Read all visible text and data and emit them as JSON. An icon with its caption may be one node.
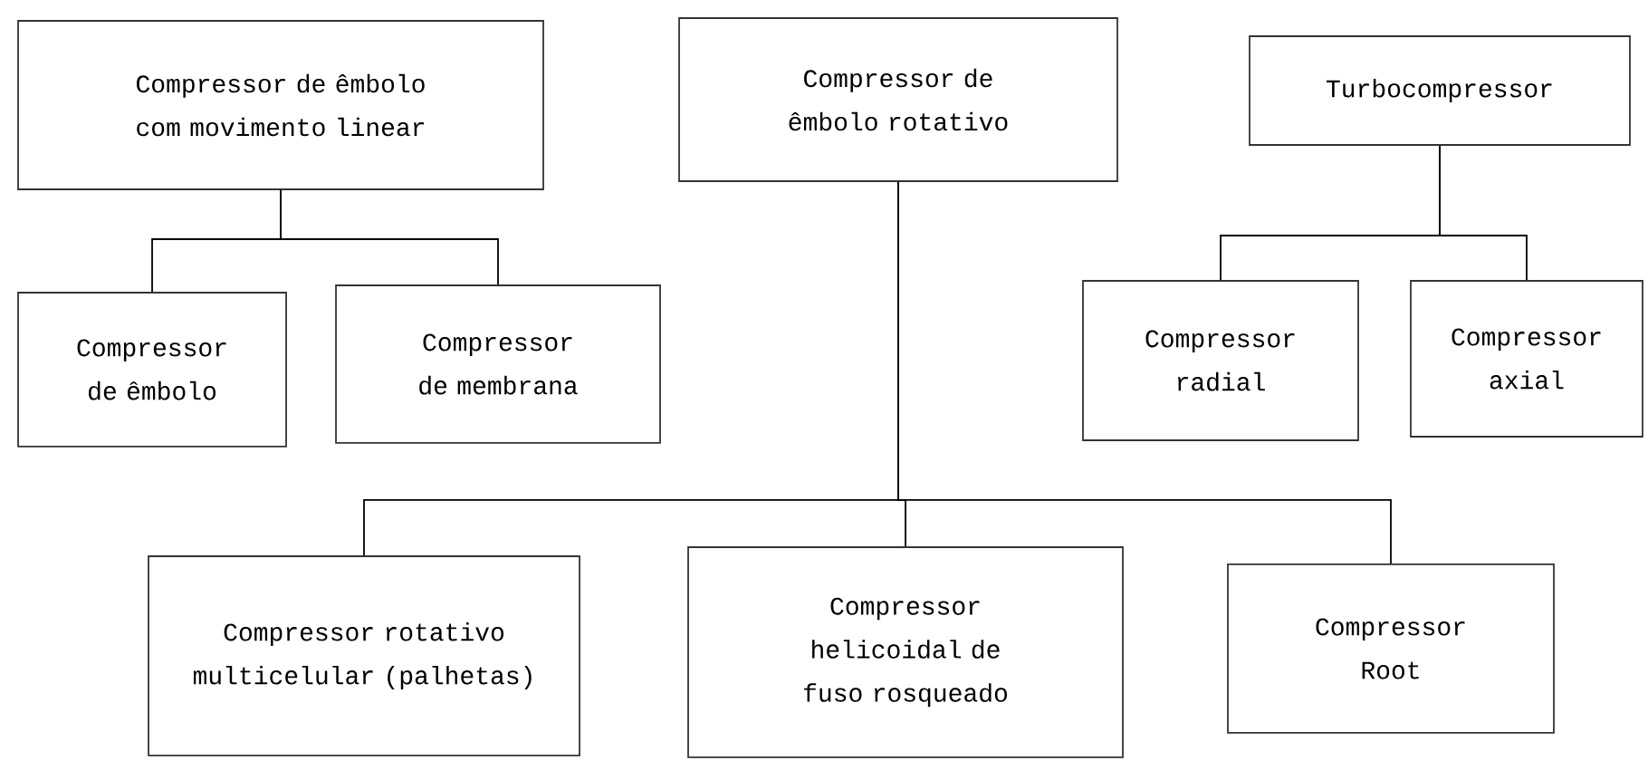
{
  "diagram": {
    "nodes": [
      {
        "text": [
          "Compressor de êmbolo com movimento linear"
        ]
      },
      {
        "text": [
          "Compressor de êmbolo rotativo"
        ]
      },
      {
        "text": [
          "Turbocompressor"
        ]
      },
      {
        "text": [
          "Compressor de êmbolo"
        ]
      },
      {
        "text": [
          "Compressor de membrana"
        ]
      },
      {
        "text": [
          "Compressor radial"
        ]
      },
      {
        "text": [
          "Compressor axial"
        ]
      },
      {
        "text": [
          "Compressor rotativo multicelular (palhetas)"
        ]
      },
      {
        "text": [
          "Compressor helicoidal de fuso rosqueado"
        ]
      },
      {
        "text": [
          "Compressor Root"
        ]
      }
    ],
    "edges": [
      {
        "from": 0,
        "to": 3,
        "arrow": "none"
      },
      {
        "from": 0,
        "to": 4,
        "arrow": "none"
      },
      {
        "from": 1,
        "to": 7,
        "arrow": "none"
      },
      {
        "from": 1,
        "to": 8,
        "arrow": "none"
      },
      {
        "from": 1,
        "to": 9,
        "arrow": "none"
      },
      {
        "from": 2,
        "to": 5,
        "arrow": "none"
      },
      {
        "from": 2,
        "to": 6,
        "arrow": "none"
      }
    ]
  }
}
